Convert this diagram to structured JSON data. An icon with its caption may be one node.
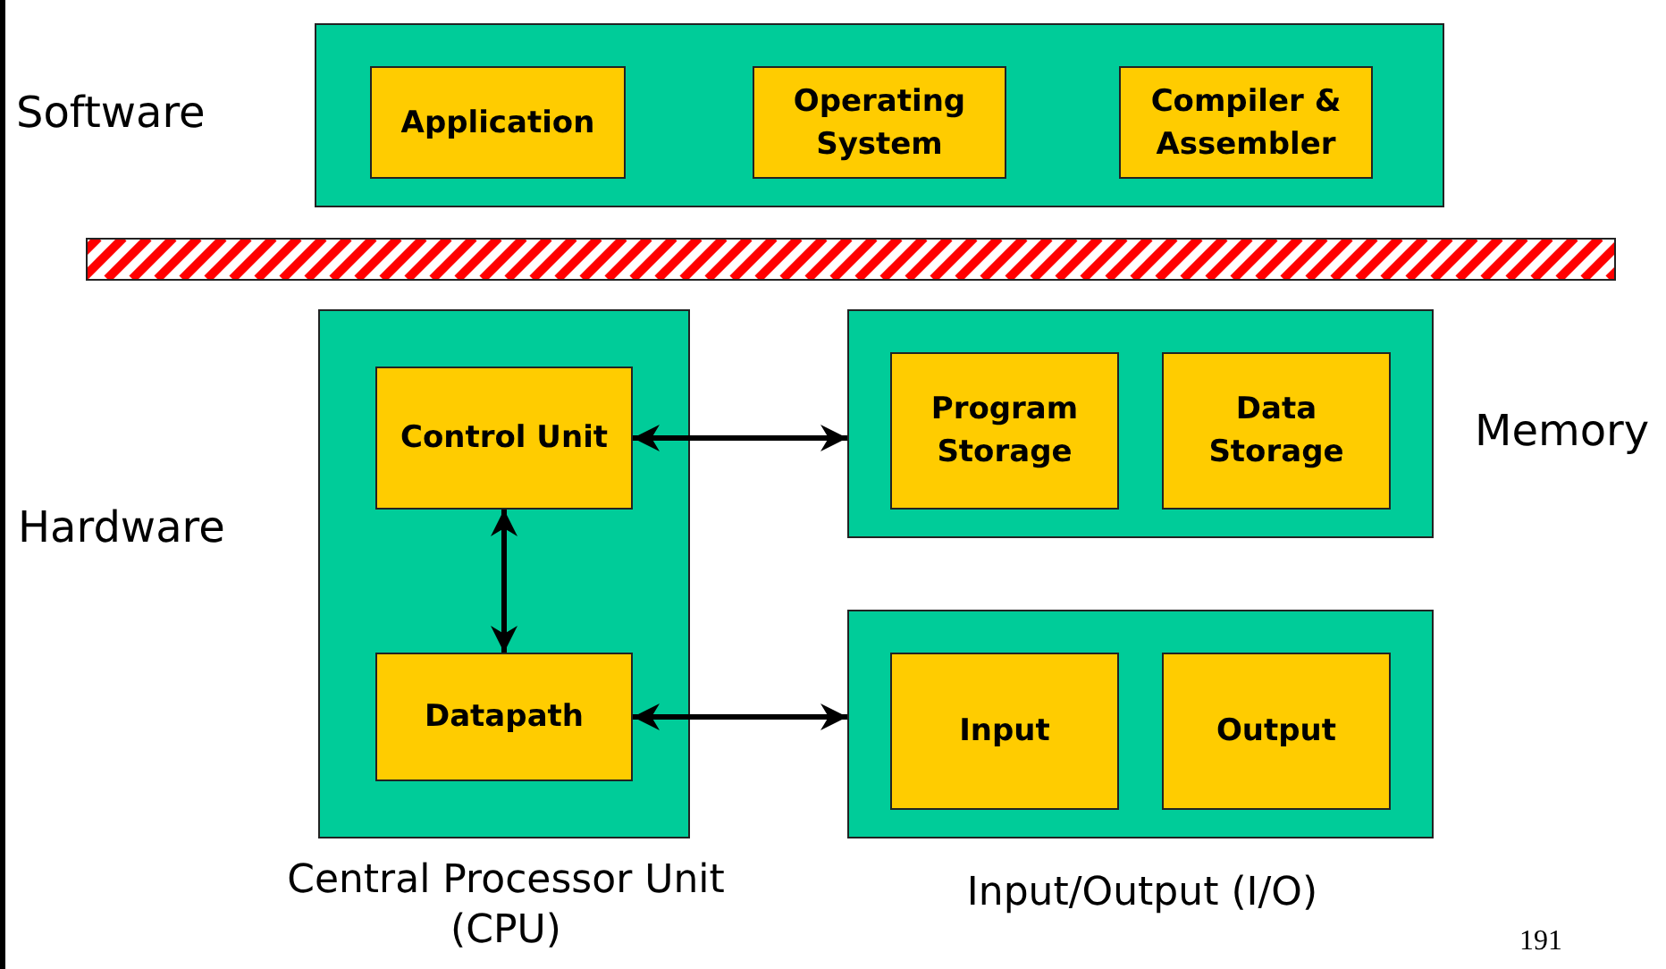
{
  "diagram": {
    "nodes": [
      {
        "text": [
          "Software"
        ]
      },
      {
        "text": [
          "Application"
        ],
        "in": 0
      },
      {
        "text": [
          "Operating System"
        ],
        "in": 0
      },
      {
        "text": [
          "Compiler & Assembler"
        ],
        "in": 0
      },
      {
        "text": [
          "Central Processor Unit (CPU)"
        ]
      },
      {
        "text": [
          "Control Unit"
        ],
        "in": 4
      },
      {
        "text": [
          "Datapath"
        ],
        "in": 4
      },
      {
        "text": [
          "Memory"
        ]
      },
      {
        "text": [
          "Program Storage"
        ],
        "in": 7
      },
      {
        "text": [
          "Data Storage"
        ],
        "in": 7
      },
      {
        "text": [
          "Input/Output (I/O)"
        ]
      },
      {
        "text": [
          "Input"
        ],
        "in": 10
      },
      {
        "text": [
          "Output"
        ],
        "in": 10
      }
    ],
    "edges": [
      {
        "from": 5,
        "to": 7,
        "arrow": "both"
      },
      {
        "from": 5,
        "to": 6,
        "arrow": "both"
      },
      {
        "from": 6,
        "to": 10,
        "arrow": "both"
      }
    ],
    "labels": [
      "Hardware",
      "191"
    ]
  }
}
